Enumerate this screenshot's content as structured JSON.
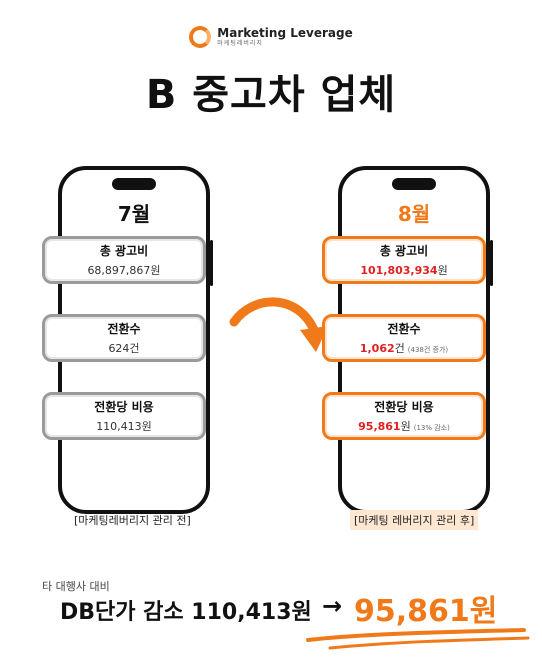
{
  "brand": {
    "name": "Marketing Leverage",
    "sub": "마케팅레버리지"
  },
  "title": "B 중고차 업체",
  "before": {
    "month": "7월",
    "cards": [
      {
        "label": "총 광고비",
        "value": "68,897,867원"
      },
      {
        "label": "전환수",
        "value": "624건"
      },
      {
        "label": "전환당 비용",
        "value": "110,413원"
      }
    ],
    "caption": "[마케팅레버리지 관리 전]"
  },
  "after": {
    "month": "8월",
    "cards": [
      {
        "label": "총 광고비",
        "value_bold": "101,803,934",
        "value_unit": "원",
        "note": ""
      },
      {
        "label": "전환수",
        "value_bold": "1,062",
        "value_unit": "건",
        "note": "(438건 증가)"
      },
      {
        "label": "전환당 비용",
        "value_bold": "95,861",
        "value_unit": "원",
        "note": "(13% 감소)"
      }
    ],
    "caption": "[마케팅 레버리지 관리 후]"
  },
  "summary": {
    "note": "타 대행사 대비",
    "line": "DB단가 감소 110,413원",
    "arrow": "→",
    "new_value": "95,861원"
  },
  "colors": {
    "accent": "#f07a1a",
    "highlight_red": "#e02020",
    "gray_border": "#9a9a9a"
  }
}
